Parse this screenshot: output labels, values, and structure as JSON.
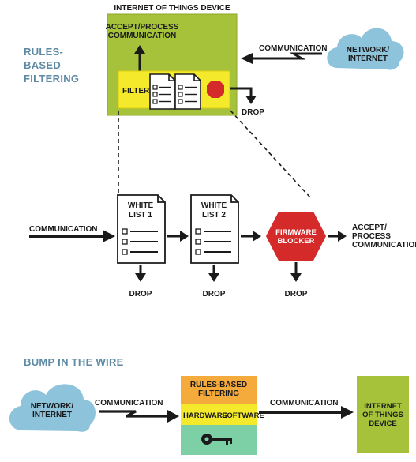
{
  "sections": {
    "rules_based": "RULES-\nBASED\nFILTERING",
    "bump": "BUMP IN THE WIRE"
  },
  "top": {
    "device_title": "INTERNET OF THINGS DEVICE",
    "accept": "ACCEPT/PROCESS\nCOMMUNICATION",
    "filter": "FILTER",
    "drop": "DROP",
    "communication": "COMMUNICATION",
    "network": "NETWORK/\nINTERNET"
  },
  "middle": {
    "communication_in": "COMMUNICATION",
    "whitelist1": "WHITE\nLIST 1",
    "whitelist2": "WHITE\nLIST 2",
    "firmware": "FIRMWARE\nBLOCKER",
    "accept": "ACCEPT/\nPROCESS\nCOMMUNICATION",
    "drop": "DROP"
  },
  "bottom": {
    "network": "NETWORK/\nINTERNET",
    "communication_left": "COMMUNICATION",
    "rules_box": "RULES-BASED\nFILTERING",
    "hardware": "HARDWARE",
    "software": "SOFTWARE",
    "communication_right": "COMMUNICATION",
    "device": "INTERNET\nOF THINGS\nDEVICE"
  },
  "colors": {
    "green": "#a6c23b",
    "yellow": "#f4e92a",
    "orange": "#f5aa3c",
    "teal": "#7dd0a6",
    "cloud": "#8ec3dc",
    "red": "#d42a2a",
    "section": "#5e8aa3"
  },
  "icons": [
    "document-icon",
    "stop-icon",
    "cloud-icon",
    "key-icon",
    "arrow-icon"
  ]
}
